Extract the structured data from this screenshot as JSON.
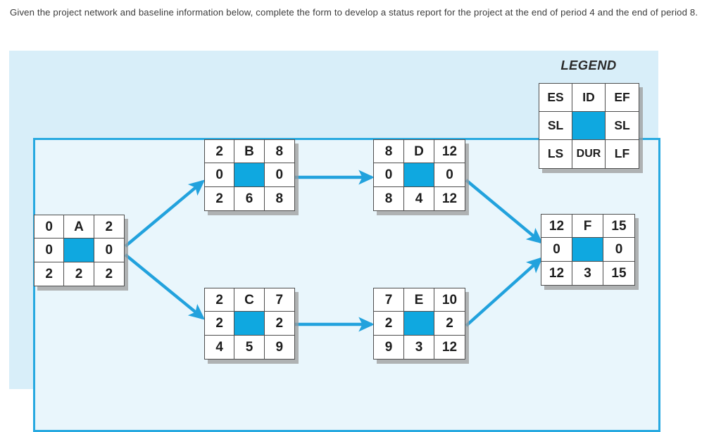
{
  "instruction": "Given the project network and baseline information below, complete the form to develop a status report for the project at the end of period 4 and the end of period 8.",
  "legend": {
    "title": "LEGEND",
    "cells": [
      "ES",
      "ID",
      "EF",
      "SL",
      "",
      "SL",
      "LS",
      "DUR",
      "LF"
    ]
  },
  "colors": {
    "arrow": "#22a2dd",
    "frame_border": "#27a9e0",
    "panel_bg": "#d8eef9",
    "inner_bg": "#e9f6fc",
    "node_fill": "#0fa8e0",
    "node_border": "#4d4d4d"
  },
  "network": {
    "nodes": [
      {
        "id": "A",
        "es": "0",
        "ef": "2",
        "sl_left": "0",
        "sl_right": "0",
        "ls": "2",
        "dur": "2",
        "lf": "2",
        "cells": [
          "0",
          "A",
          "2",
          "0",
          "",
          "0",
          "2",
          "2",
          "2"
        ]
      },
      {
        "id": "B",
        "es": "2",
        "ef": "8",
        "sl_left": "0",
        "sl_right": "0",
        "ls": "2",
        "dur": "6",
        "lf": "8",
        "cells": [
          "2",
          "B",
          "8",
          "0",
          "",
          "0",
          "2",
          "6",
          "8"
        ]
      },
      {
        "id": "C",
        "es": "2",
        "ef": "7",
        "sl_left": "2",
        "sl_right": "2",
        "ls": "4",
        "dur": "5",
        "lf": "9",
        "cells": [
          "2",
          "C",
          "7",
          "2",
          "",
          "2",
          "4",
          "5",
          "9"
        ]
      },
      {
        "id": "D",
        "es": "8",
        "ef": "12",
        "sl_left": "0",
        "sl_right": "0",
        "ls": "8",
        "dur": "4",
        "lf": "12",
        "cells": [
          "8",
          "D",
          "12",
          "0",
          "",
          "0",
          "8",
          "4",
          "12"
        ]
      },
      {
        "id": "E",
        "es": "7",
        "ef": "10",
        "sl_left": "2",
        "sl_right": "2",
        "ls": "9",
        "dur": "3",
        "lf": "12",
        "cells": [
          "7",
          "E",
          "10",
          "2",
          "",
          "2",
          "9",
          "3",
          "12"
        ]
      },
      {
        "id": "F",
        "es": "12",
        "ef": "15",
        "sl_left": "0",
        "sl_right": "0",
        "ls": "12",
        "dur": "3",
        "lf": "15",
        "cells": [
          "12",
          "F",
          "15",
          "0",
          "",
          "0",
          "12",
          "3",
          "15"
        ]
      }
    ],
    "edges": [
      {
        "from": "A",
        "to": "B"
      },
      {
        "from": "A",
        "to": "C"
      },
      {
        "from": "B",
        "to": "D"
      },
      {
        "from": "C",
        "to": "E"
      },
      {
        "from": "D",
        "to": "F"
      },
      {
        "from": "E",
        "to": "F"
      }
    ]
  }
}
